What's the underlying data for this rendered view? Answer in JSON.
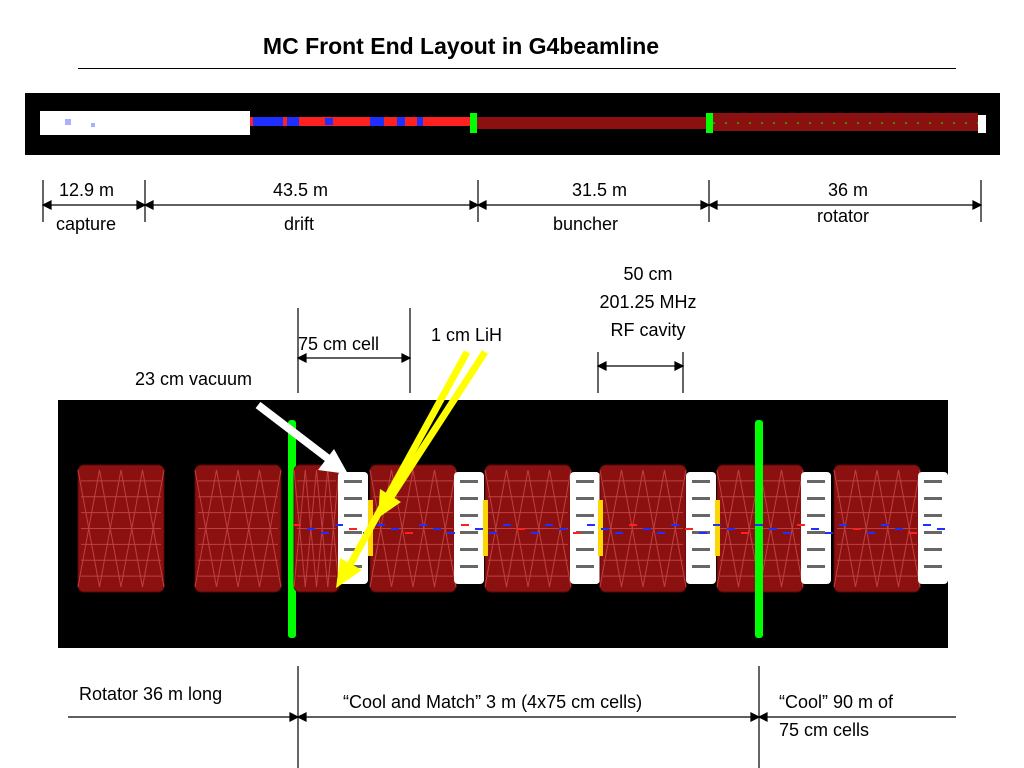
{
  "title": "MC Front End Layout in G4beamline",
  "sections": [
    {
      "length": "12.9 m",
      "name": "capture"
    },
    {
      "length": "43.5 m",
      "name": "drift"
    },
    {
      "length": "31.5 m",
      "name": "buncher"
    },
    {
      "length": "36 m",
      "name": "rotator"
    }
  ],
  "annotations": {
    "rf_cavity": [
      "50 cm",
      "201.25 MHz",
      "RF cavity"
    ],
    "cell": "75 cm cell",
    "lih": "1 cm LiH",
    "vacuum": "23 cm vacuum"
  },
  "bottom_labels": {
    "rotator": "Rotator 36 m long",
    "cool_match": "“Cool and Match” 3 m (4x75 cm cells)",
    "cool_line1": "“Cool” 90 m of",
    "cool_line2": "75 cm cells"
  },
  "colors": {
    "magnet": "#8b1111",
    "cavity": "#ffffff",
    "absorber": "#00ff00",
    "beam_blue": "#1f2fff",
    "beam_red": "#ff2020",
    "arrow_white": "#ffffff",
    "arrow_yellow": "#ffff00",
    "lih_yellow": "#ffd700"
  }
}
